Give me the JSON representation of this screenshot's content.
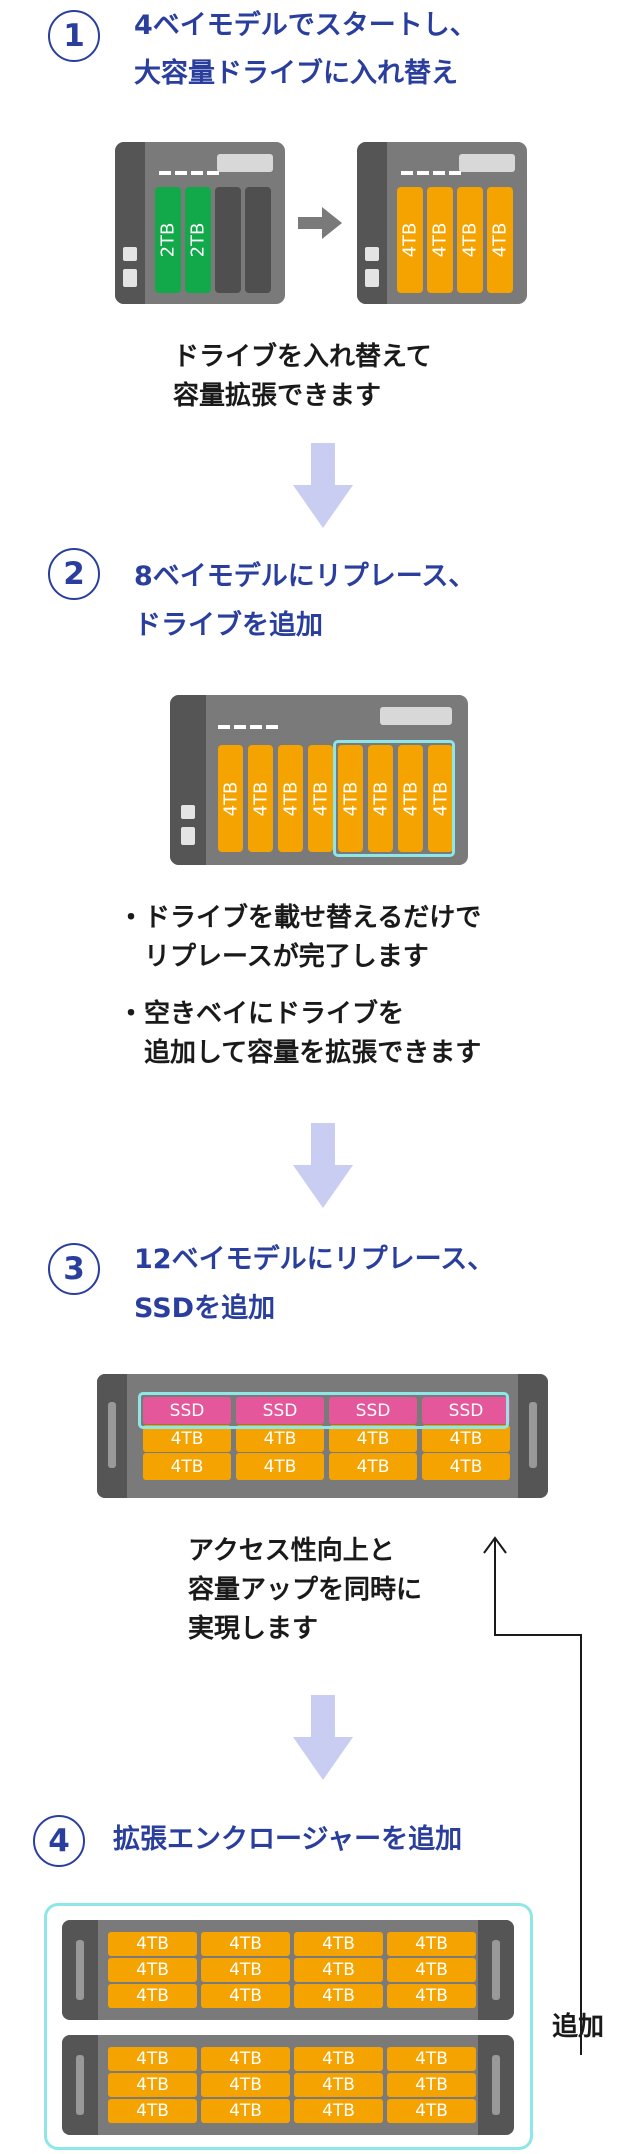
{
  "steps": [
    {
      "num": "1",
      "title_line1": "4ベイモデルでスタートし、",
      "title_line2": "大容量ドライブに入れ替え"
    },
    {
      "num": "2",
      "title_line1": "8ベイモデルにリプレース、",
      "title_line2": "ドライブを追加"
    },
    {
      "num": "3",
      "title_line1": "12ベイモデルにリプレース、",
      "title_line2": "SSDを追加"
    },
    {
      "num": "4",
      "title_line1": "拡張エンクロージャーを追加"
    }
  ],
  "notes": {
    "step1_line1": "ドライブを入れ替えて",
    "step1_line2": "容量拡張できます",
    "step2_bullet_mark": "・",
    "step2_bullet1_line1": "ドライブを載せ替えるだけで",
    "step2_bullet1_line2": "リプレースが完了します",
    "step2_bullet2_line1": "空きベイにドライブを",
    "step2_bullet2_line2": "追加して容量を拡張できます",
    "step3_line1": "アクセス性向上と",
    "step3_line2": "容量アップを同時に",
    "step3_line3": "実現します"
  },
  "drives": {
    "small": "2TB",
    "large": "4TB",
    "ssd": "SSD"
  },
  "side_label": "追加",
  "colors": {
    "title": "#2a3f9d",
    "hdd": "#f5a300",
    "hdd_small": "#12a94a",
    "ssd": "#e4579b",
    "highlight": "#8fe6e6",
    "flow_arrow": "#c9cdf2",
    "chassis": "#7a7a7a"
  },
  "icons": [
    "right-arrow-icon",
    "down-arrow-icon",
    "up-arrow-icon"
  ]
}
